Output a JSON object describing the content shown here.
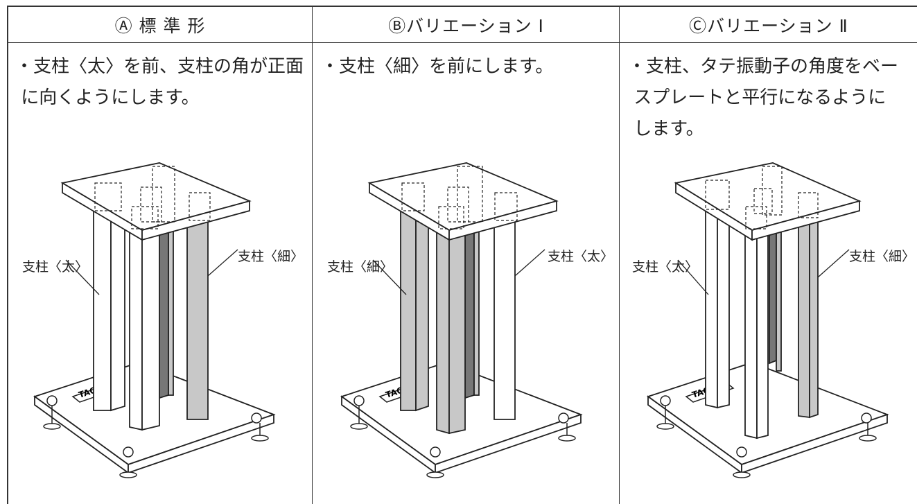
{
  "columns": [
    {
      "header": "Ⓐ 標 準 形",
      "description_lines": [
        "・支柱〈太〉を前、支柱の角が正面",
        " に向くようにします。"
      ],
      "label_left": "支柱〈太〉",
      "label_right": "支柱〈細〉"
    },
    {
      "header": "Ⓑバリエーション I",
      "description_lines": [
        "・支柱〈細〉を前にします。"
      ],
      "label_left": "支柱〈細〉",
      "label_right": "支柱〈太〉"
    },
    {
      "header": "Ⓒバリエーション Ⅱ",
      "description_lines": [
        "・支柱、タテ振動子の角度をベー",
        " スプレートと平行になるように",
        " します。"
      ],
      "label_left": "支柱〈太〉",
      "label_right": "支柱〈細〉"
    }
  ],
  "logo_text": "TAOC",
  "colors": {
    "line": "#222222",
    "thin_post": "#c8c8c8",
    "dark_post": "#777777",
    "board": "#ffffff"
  }
}
